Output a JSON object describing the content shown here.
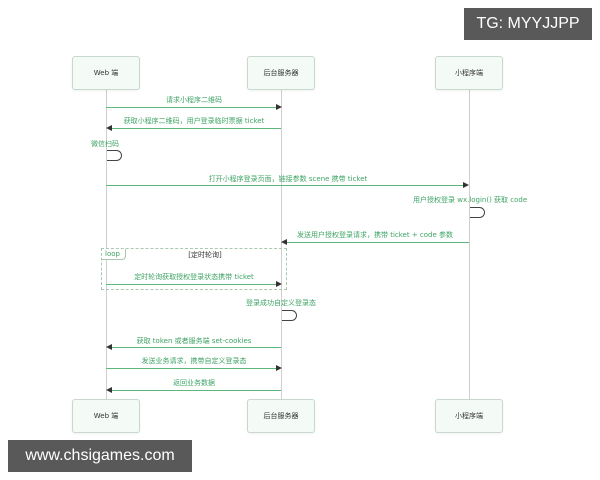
{
  "actors": [
    {
      "label": "Web 端"
    },
    {
      "label": "后台服务器"
    },
    {
      "label": "小程序端"
    }
  ],
  "messages": [
    {
      "label": "请求小程序二维码"
    },
    {
      "label": "获取小程序二维码，用户登录临时票据 ticket"
    },
    {
      "label": "微信扫码"
    },
    {
      "label": "打开小程序登录页面，链接参数 scene 携带 ticket"
    },
    {
      "label": "用户授权登录 wx.login() 获取 code"
    },
    {
      "label": "发送用户授权登录请求，携带 ticket + code 参数"
    },
    {
      "label": "定时轮询获取授权登录状态携带 ticket"
    },
    {
      "label": "登录成功自定义登录态"
    },
    {
      "label": "获取 token 或者服务端 set-cookies"
    },
    {
      "label": "发送业务请求，携带自定义登录态"
    },
    {
      "label": "返回业务数据"
    }
  ],
  "loop": {
    "tag": "loop",
    "title": "[定时轮询]"
  },
  "watermarks": {
    "top_right": "TG: MYYJJPP",
    "bottom_left": "www.chsigames.com"
  },
  "colors": {
    "accent": "#3fa465",
    "line": "#5cb87a",
    "actor_bg": "#f4fbf6",
    "badge_bg": "#595959"
  }
}
